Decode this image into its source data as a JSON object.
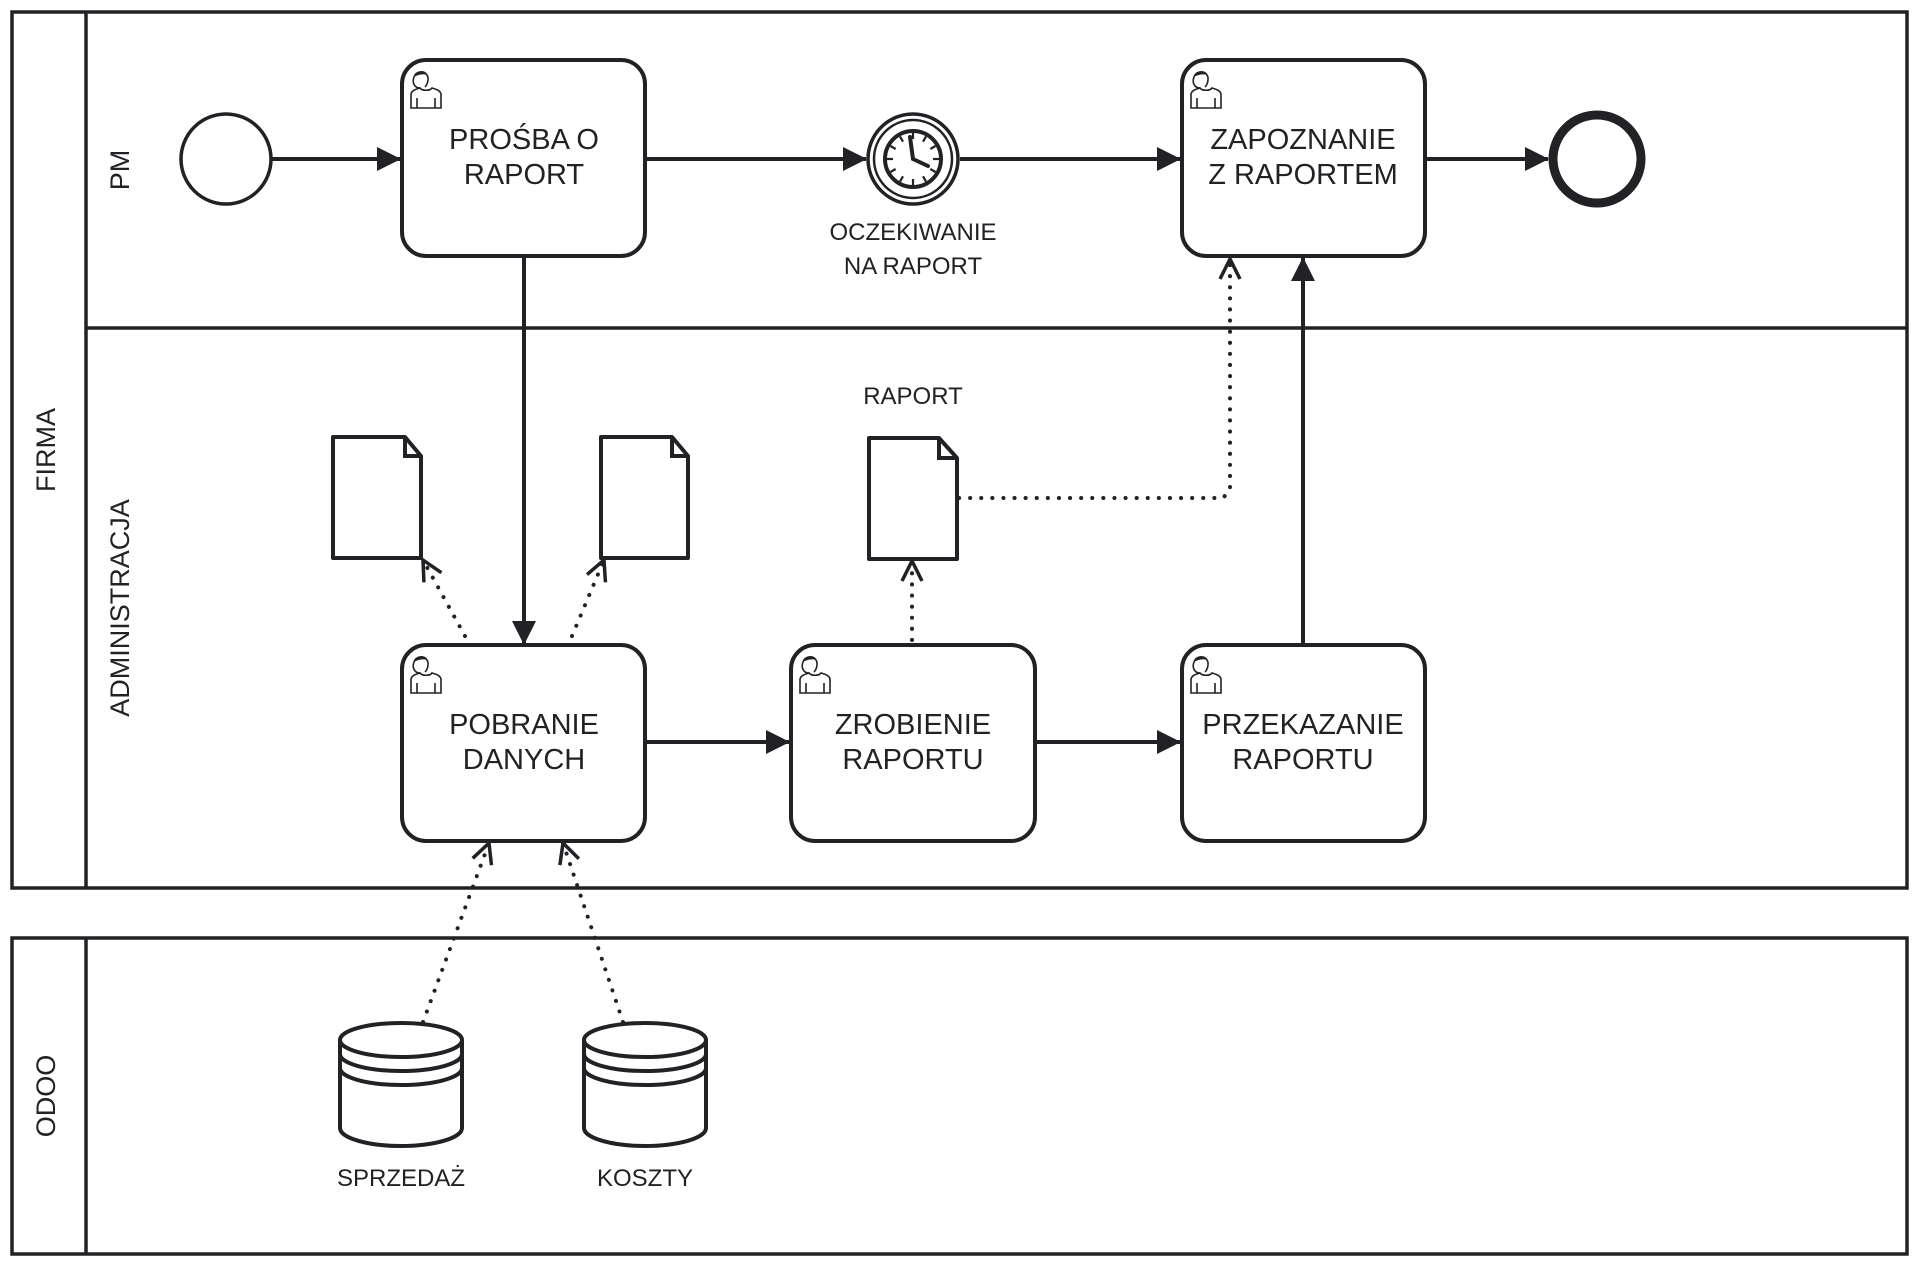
{
  "diagram": {
    "type": "BPMN collaboration",
    "pools": [
      {
        "id": "firma",
        "label": "FIRMA",
        "lanes": [
          {
            "id": "pm",
            "label": "PM"
          },
          {
            "id": "administracja",
            "label": "ADMINISTRACJA"
          }
        ]
      },
      {
        "id": "odoo",
        "label": "ODOO",
        "lanes": []
      }
    ],
    "events": {
      "start": {
        "type": "start-event",
        "lane": "pm"
      },
      "timer": {
        "type": "intermediate-timer-event",
        "lane": "pm",
        "label_line1": "OCZEKIWANIE",
        "label_line2": "NA RAPORT"
      },
      "end": {
        "type": "end-event",
        "lane": "pm"
      }
    },
    "tasks": {
      "prosba": {
        "type": "user-task",
        "lane": "pm",
        "line1": "PROŚBA O",
        "line2": "RAPORT"
      },
      "zapoznanie": {
        "type": "user-task",
        "lane": "pm",
        "line1": "ZAPOZNANIE",
        "line2": "Z RAPORTEM"
      },
      "pobranie": {
        "type": "user-task",
        "lane": "administracja",
        "line1": "POBRANIE",
        "line2": "DANYCH"
      },
      "zrobienie": {
        "type": "user-task",
        "lane": "administracja",
        "line1": "ZROBIENIE",
        "line2": "RAPORTU"
      },
      "przekazanie": {
        "type": "user-task",
        "lane": "administracja",
        "line1": "PRZEKAZANIE",
        "line2": "RAPORTU"
      }
    },
    "data_objects": {
      "doc_in_1": {
        "label": ""
      },
      "doc_in_2": {
        "label": ""
      },
      "raport": {
        "label": "RAPORT"
      }
    },
    "data_stores": {
      "sprzedaz": {
        "label": "SPRZEDAŻ"
      },
      "koszty": {
        "label": "KOSZTY"
      }
    },
    "sequence_flows": [
      [
        "start",
        "prosba"
      ],
      [
        "prosba",
        "timer"
      ],
      [
        "timer",
        "zapoznanie"
      ],
      [
        "zapoznanie",
        "end"
      ],
      [
        "prosba",
        "pobranie"
      ],
      [
        "pobranie",
        "zrobienie"
      ],
      [
        "zrobienie",
        "przekazanie"
      ],
      [
        "przekazanie",
        "zapoznanie"
      ]
    ],
    "data_associations": [
      [
        "pobranie",
        "doc_in_1"
      ],
      [
        "pobranie",
        "doc_in_2"
      ],
      [
        "zrobienie",
        "raport"
      ],
      [
        "raport",
        "zapoznanie"
      ],
      [
        "sprzedaz",
        "pobranie"
      ],
      [
        "koszty",
        "pobranie"
      ]
    ],
    "colors": {
      "stroke": "#222226",
      "background": "#ffffff"
    }
  }
}
